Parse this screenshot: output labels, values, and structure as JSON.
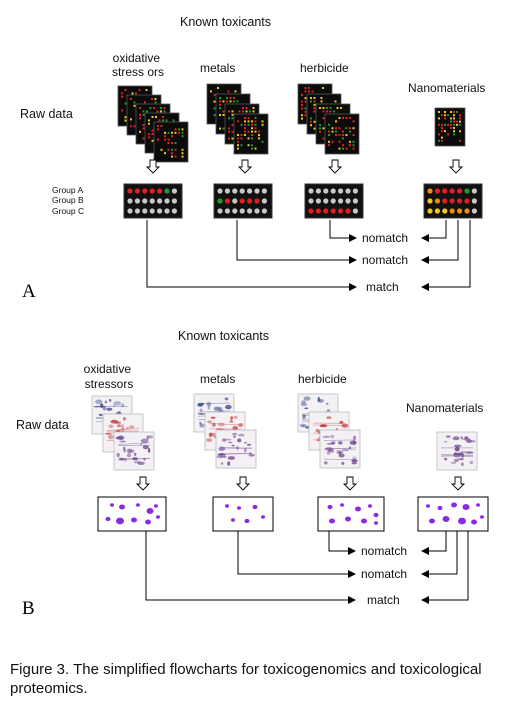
{
  "panel_a": {
    "letter": "A",
    "heading": "Known toxicants",
    "raw_label": "Raw data",
    "groups": {
      "oxidative": "oxidative\nstress ors",
      "metals": "metals",
      "herbicide": "herbicide",
      "nano": "Nanomaterials"
    },
    "row_labels": [
      "Group A",
      "Group B",
      "Group C"
    ],
    "results": [
      "nomatch",
      "nomatch",
      "match"
    ]
  },
  "panel_b": {
    "letter": "B",
    "heading": "Known toxicants",
    "raw_label": "Raw data",
    "groups": {
      "oxidative": "oxidative\nstressors",
      "metals": "metals",
      "herbicide": "herbicide",
      "nano": "Nanomaterials"
    },
    "results": [
      "nomatch",
      "nomatch",
      "match"
    ]
  },
  "caption": "Figure 3. The simplified flowcharts for toxicogenomics and toxicological proteomics.",
  "colors": {
    "spot_red": "#e02020",
    "spot_green": "#1a9a30",
    "spot_gray": "#c8c8c8",
    "spot_yellow": "#f0c820",
    "spot_orange": "#f08a10",
    "protein_spot": "#8a2be2",
    "gel_blue": "#3a4a8a",
    "gel_red": "#c23a3a",
    "gel_purple": "#6a3a8a"
  }
}
